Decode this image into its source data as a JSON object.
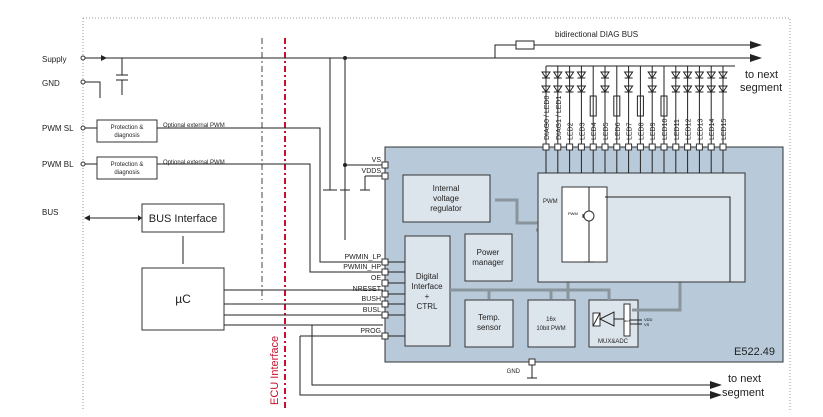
{
  "inputs": {
    "supply": "Supply",
    "gnd": "GND",
    "pwm_sl": "PWM SL",
    "pwm_bl": "PWM BL",
    "bus": "BUS"
  },
  "blocks": {
    "protection_1": [
      "Protection &",
      "diagnosis"
    ],
    "protection_2": [
      "Protection &",
      "diagnosis"
    ],
    "optional_pwm_1": "Optional external PWM",
    "optional_pwm_2": "Optional external PWM",
    "bus_interface": "BUS Interface",
    "uc": "µC",
    "ecu_interface": "ECU Interface",
    "internal_regulator": [
      "Internal",
      "voltage",
      "regulator"
    ],
    "power_manager": [
      "Power",
      "manager"
    ],
    "digital_interface": [
      "Digital",
      "Interface",
      "+",
      "CTRL"
    ],
    "temp_sensor": [
      "Temp.",
      "sensor"
    ],
    "pwm16": [
      "16x",
      "10bit PWM"
    ],
    "mux_adc": "MUX&ADC",
    "mux_label": "MUX",
    "mux_inputs": [
      "VDD",
      "VS"
    ],
    "pwm_label": "PWM",
    "pwm_small": "PWM",
    "chip_name": "E522.49"
  },
  "pins_left": [
    "VS",
    "VDDS",
    "PWMIN_LP",
    "PWMIN_HP",
    "OE",
    "NRESET",
    "BUSH",
    "BUSL",
    "PROG"
  ],
  "pin_gnd": "GND",
  "led_pins": [
    "DIAG0 / LED0",
    "DIAG1 / LED1",
    "LED2",
    "LED3",
    "LED4",
    "LED5",
    "LED6",
    "LED7",
    "LED8",
    "LED9",
    "LED10",
    "LED11",
    "LED12",
    "LED13",
    "LED14",
    "LED15"
  ],
  "diag_bus": "bidirectional DIAG BUS",
  "to_next_top": [
    "to next",
    "segment"
  ],
  "to_next_bottom": [
    "to next",
    "segment"
  ],
  "colors": {
    "chip": "#b8cad9",
    "inner": "#dde5ec",
    "ecu_line": "#c8102e",
    "gray_bus": "#8a949c"
  }
}
